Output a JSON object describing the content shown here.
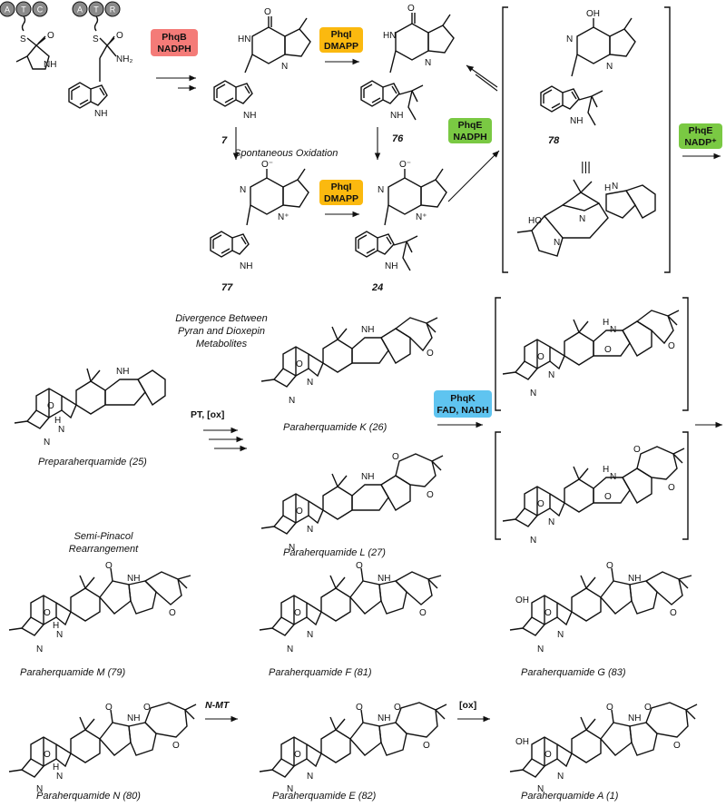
{
  "colors": {
    "phqB": "#f47b78",
    "phqI": "#fbb90f",
    "phqE": "#7ac943",
    "phqK": "#5fc4f0",
    "ink": "#111111"
  },
  "domains": [
    "A",
    "T",
    "C",
    "A",
    "T",
    "R"
  ],
  "enzymes": {
    "phqB": [
      "PhqB",
      "NADPH"
    ],
    "phqI_top": [
      "PhqI",
      "DMAPP"
    ],
    "phqI_bottom": [
      "PhqI",
      "DMAPP"
    ],
    "phqE_nadph": [
      "PhqE",
      "NADPH"
    ],
    "phqE_nadp": [
      "PhqE",
      "NADP⁺"
    ],
    "phqK": [
      "PhqK",
      "FAD, NADH"
    ]
  },
  "compounds": {
    "c7": "7",
    "c76": "76",
    "c78": "78",
    "c77": "77",
    "c24": "24",
    "c25": "Preparaherquamide (25)",
    "c26": "Paraherquamide K (26)",
    "c27": "Paraherquamide L  (27)",
    "c79": "Paraherquamide M (79)",
    "c81": "Paraherquamide F (81)",
    "c83": "Paraherquamide G (83)",
    "c80": "Paraherquamide N (80)",
    "c82": "Paraherquamide E (82)",
    "c1": "Paraherquamide A (1)"
  },
  "notes": {
    "spontaneous": "Spontaneous Oxidation",
    "divergence": [
      "Divergence Between",
      "Pyran and Dioxepin",
      "Metabolites"
    ],
    "semipinacol": [
      "Semi-Pinacol",
      "Rearrangement"
    ],
    "pt_ox": "PT, [ox]",
    "nmt": "N-MT",
    "ox": "[ox]",
    "equiv": "|||"
  },
  "atoms": {
    "NH": "NH",
    "NH2": "NH₂",
    "N": "N",
    "O": "O",
    "OH": "OH",
    "HN": "HN",
    "S": "S",
    "Ominus": "O⁻",
    "Nplus": "N⁺",
    "HO": "HO",
    "H": "H"
  }
}
